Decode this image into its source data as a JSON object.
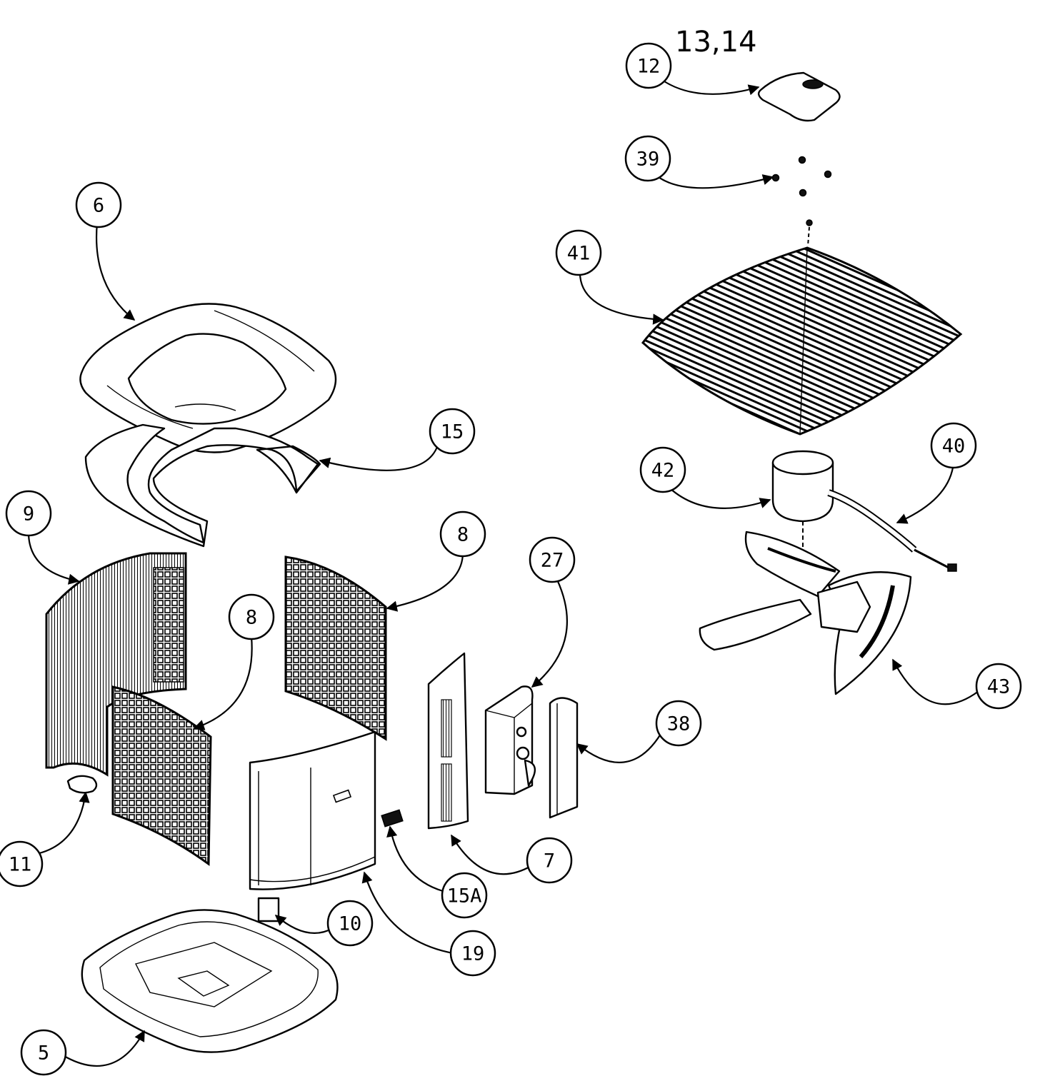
{
  "diagram": {
    "handwritten_note": "13,14",
    "callouts": [
      {
        "id": "c12",
        "label": "12"
      },
      {
        "id": "c39",
        "label": "39"
      },
      {
        "id": "c41",
        "label": "41"
      },
      {
        "id": "c6",
        "label": "6"
      },
      {
        "id": "c15",
        "label": "15"
      },
      {
        "id": "c42",
        "label": "42"
      },
      {
        "id": "c40",
        "label": "40"
      },
      {
        "id": "c9",
        "label": "9"
      },
      {
        "id": "c8a",
        "label": "8"
      },
      {
        "id": "c27",
        "label": "27"
      },
      {
        "id": "c8b",
        "label": "8"
      },
      {
        "id": "c43",
        "label": "43"
      },
      {
        "id": "c38",
        "label": "38"
      },
      {
        "id": "c11",
        "label": "11"
      },
      {
        "id": "c7",
        "label": "7"
      },
      {
        "id": "c15a",
        "label": "15A"
      },
      {
        "id": "c10",
        "label": "10"
      },
      {
        "id": "c19",
        "label": "19"
      },
      {
        "id": "c5",
        "label": "5"
      }
    ]
  }
}
